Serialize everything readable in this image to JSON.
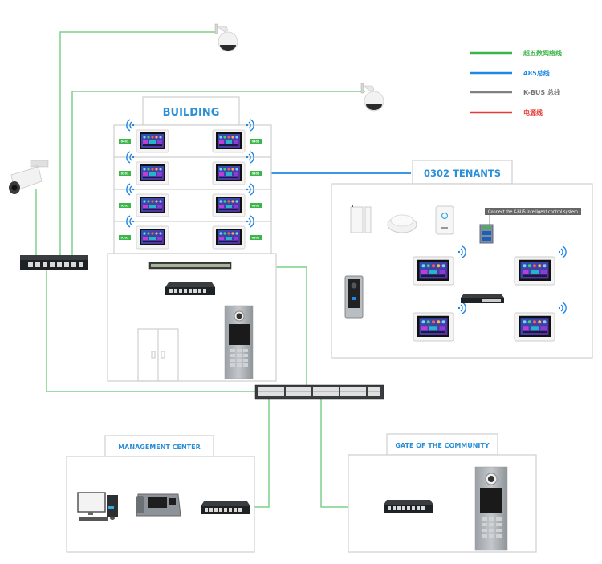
{
  "legend": {
    "items": [
      {
        "label": "超五数网络线",
        "color": "#3bb54a"
      },
      {
        "label": "485总线",
        "color": "#1e88e5"
      },
      {
        "label": "K-BUS 总线",
        "color": "#808080"
      },
      {
        "label": "电源线",
        "color": "#e53935"
      }
    ]
  },
  "building": {
    "title": "BUILDING",
    "floors_left": [
      "0401",
      "0301",
      "0201",
      "0101"
    ],
    "floors_right": [
      "0402",
      "0302",
      "0202",
      "0102"
    ]
  },
  "tenants": {
    "title": "0302 TENANTS",
    "kbus_note": "Connect the K-BUS intelligent control system"
  },
  "management": {
    "title": "MANAGEMENT CENTER"
  },
  "gate": {
    "title": "GATE OF THE COMMUNITY"
  },
  "colors": {
    "network": "#7fd08a",
    "rs485": "#1e88e5",
    "kbus": "#9e9e9e",
    "power": "#ef5350",
    "title_blue": "#2a8fd6",
    "frame": "#cfcfcf"
  }
}
